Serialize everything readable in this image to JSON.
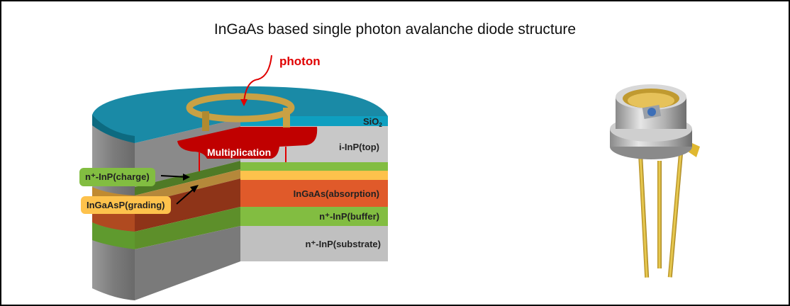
{
  "title": "InGaAs based single photon avalanche diode structure",
  "labels": {
    "photon": "photon",
    "sio2": "SiO",
    "sio2_sub": "2",
    "multiplication": "Multiplication",
    "i_inp_top": "i-InP(top)",
    "charge": "n⁺-InP(charge)",
    "grading": "InGaAsP(grading)",
    "absorption": "InGaAs(absorption)",
    "buffer": "n⁺-InP(buffer)",
    "substrate": "n⁺-InP(substrate)"
  },
  "colors": {
    "sio2": "#1a8aa6",
    "inp": "#c8c8c8",
    "multiplication": "#c00000",
    "green": "#82bd41",
    "yellow": "#fec24c",
    "orange": "#e05a2a",
    "gold": "#c9a144",
    "photon": "#e00000"
  }
}
